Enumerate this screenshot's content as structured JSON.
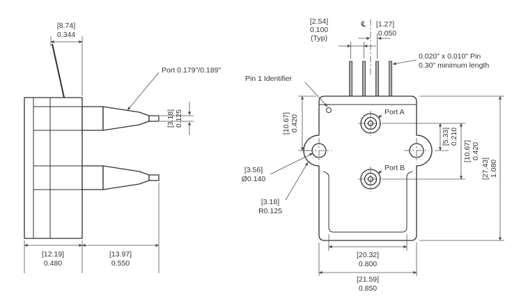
{
  "side_view": {
    "dim_top": {
      "mm": "[8.74]",
      "in": "0.344"
    },
    "port_note": "Port 0.179\"/0.189\"",
    "dim_tip": {
      "mm": "[3.18]",
      "in": "0.125"
    },
    "dim_body_w": {
      "mm": "[12.19]",
      "in": "0.480"
    },
    "dim_port_len": {
      "mm": "[13.97]",
      "in": "0.550"
    }
  },
  "front_view": {
    "dim_pin_pitch": {
      "mm": "[2.54]",
      "in": "0.100",
      "typ": "(Typ)"
    },
    "dim_cl": {
      "symbol": "℄",
      "mm": "[1.27]",
      "in": "0.050"
    },
    "pin_note_1": "0.020\" x 0.010\" Pin",
    "pin_note_2": "0.30\" minimum length",
    "pin1_label": "Pin 1 Identifier",
    "port_a_label": "Port A",
    "port_b_label": "Port B",
    "dim_top_to_hole": {
      "mm": "[10.67]",
      "in": "0.420"
    },
    "dim_hole_to_port": {
      "mm": "[5.33]",
      "in": "0.210"
    },
    "dim_port_to_port": {
      "mm": "[10.67]",
      "in": "0.420"
    },
    "dim_height": {
      "mm": "[27.43]",
      "in": "1.080"
    },
    "dim_hole_dia": {
      "mm": "[3.56]",
      "in": "Ø0.140"
    },
    "dim_corner_r": {
      "mm": "[3.18]",
      "in": "R0.125"
    },
    "dim_inner_w": {
      "mm": "[20.32]",
      "in": "0.800"
    },
    "dim_outer_w": {
      "mm": "[21.59]",
      "in": "0.850"
    }
  }
}
